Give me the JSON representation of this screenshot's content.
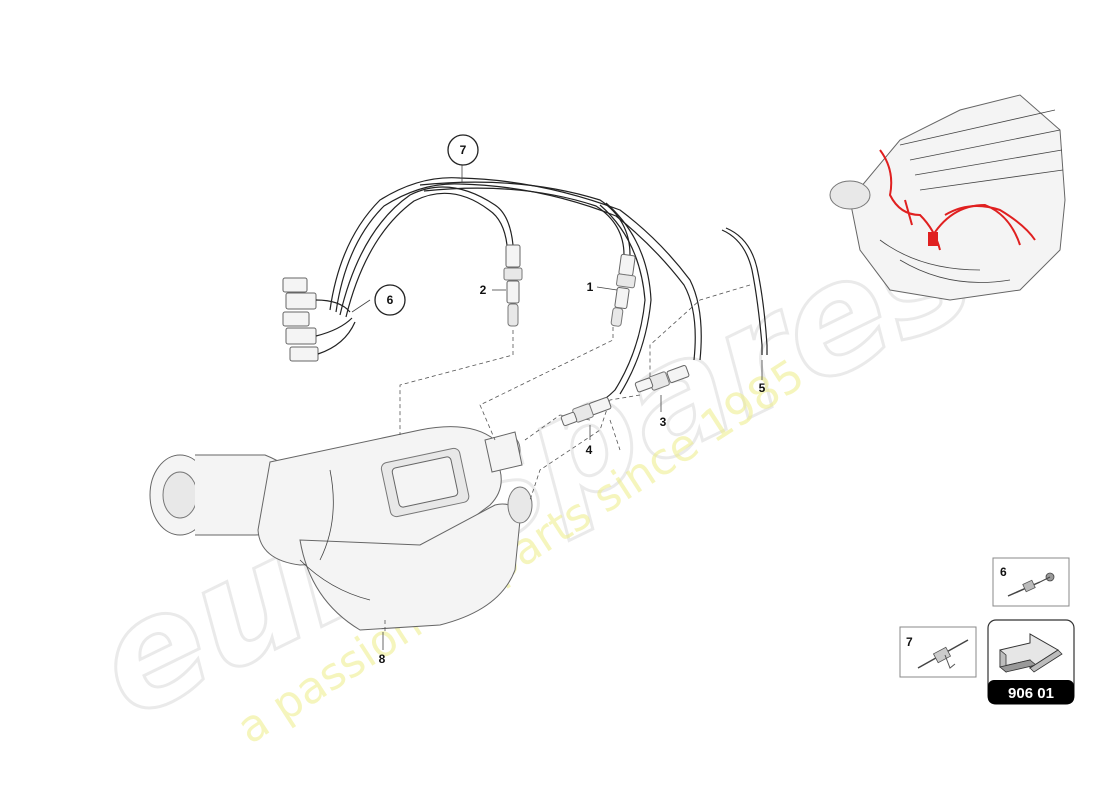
{
  "callouts": [
    {
      "id": "c1",
      "label": "1"
    },
    {
      "id": "c2",
      "label": "2"
    },
    {
      "id": "c3",
      "label": "3"
    },
    {
      "id": "c4",
      "label": "4"
    },
    {
      "id": "c5",
      "label": "5"
    },
    {
      "id": "c6",
      "label": "6"
    },
    {
      "id": "c7",
      "label": "7"
    },
    {
      "id": "c8",
      "label": "8"
    }
  ],
  "legend": {
    "item6_label": "6",
    "item7_label": "7"
  },
  "reference_badge": {
    "code": "906 01",
    "color": "#000000"
  },
  "watermark": {
    "brand": "eurospares",
    "tagline": "a passion for parts since 1985"
  },
  "colors": {
    "harness_highlight": "#e02020",
    "watermark_tagline": "#eeee88"
  }
}
